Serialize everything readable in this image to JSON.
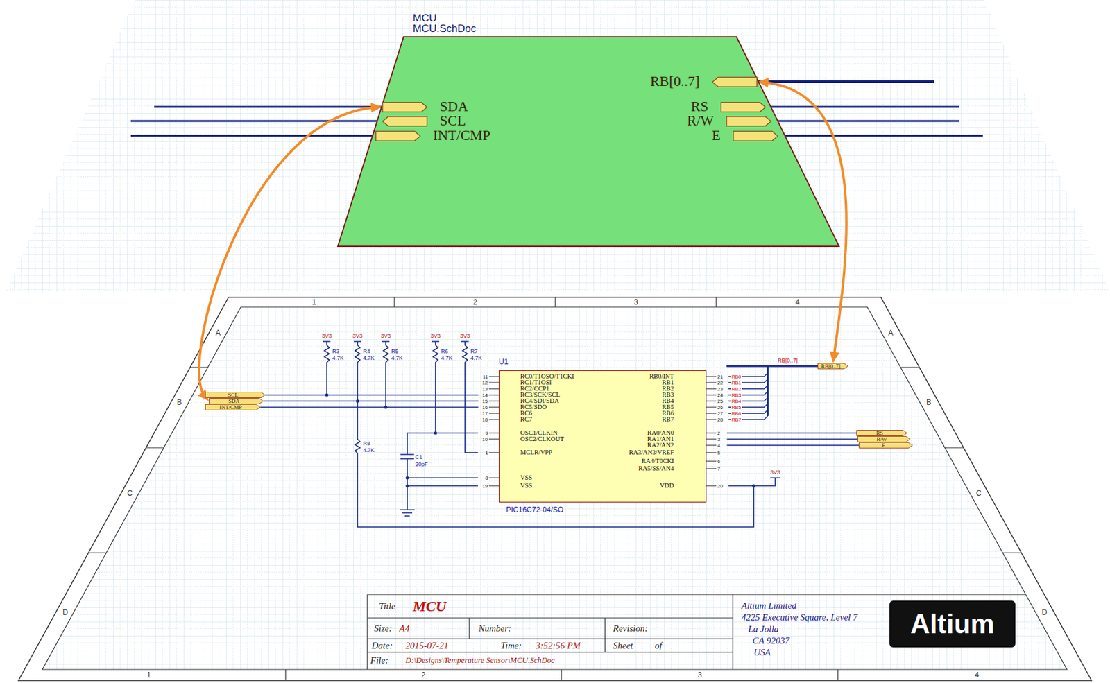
{
  "diagram": {
    "nodes": [
      {
        "text": [
          "MCU",
          "MCU.SchDoc"
        ]
      },
      {
        "text": [
          "SDA"
        ],
        "in": 0
      },
      {
        "text": [
          "SCL"
        ],
        "in": 0
      },
      {
        "text": [
          "INT/CMP"
        ],
        "in": 0
      },
      {
        "text": [
          "RB[0..7]"
        ],
        "in": 0
      },
      {
        "text": [
          "RS"
        ],
        "in": 0
      },
      {
        "text": [
          "R/W"
        ],
        "in": 0
      },
      {
        "text": [
          "E"
        ],
        "in": 0
      },
      {
        "text": [
          "SCL"
        ]
      },
      {
        "text": [
          "SDA"
        ]
      },
      {
        "text": [
          "INT/CMP"
        ]
      },
      {
        "text": [
          "U1",
          "RC0/T1OSO/T1CKI",
          "RC1/T1OSI",
          "RC2/CCP1",
          "RC3/SCK/SCL",
          "RC4/SDI/SDA",
          "RC5/SDO",
          "RC6",
          "RC7",
          "OSC1/CLKIN",
          "OSC2/CLKOUT",
          "MCLR/VPP",
          "VSS",
          "VSS",
          "RB0/INT",
          "RB1",
          "RB2",
          "RB3",
          "RB4",
          "RB5",
          "RB6",
          "RB7",
          "RA0/AN0",
          "RA1/AN1",
          "RA2/AN2",
          "RA3/AN3/VREF",
          "RA4/T0CKI",
          "RA5/SS/AN4",
          "VDD",
          "PIC16C72-04/SO"
        ]
      },
      {
        "text": [
          "RB[0..7]"
        ]
      },
      {
        "text": [
          "RS"
        ]
      },
      {
        "text": [
          "R/W"
        ]
      },
      {
        "text": [
          "E"
        ]
      },
      {
        "text": [
          "Altium"
        ]
      }
    ],
    "edges": [
      {
        "from": 1,
        "to": 9,
        "arrow": "both"
      },
      {
        "from": 4,
        "to": 12,
        "arrow": "both"
      },
      {
        "from": 8,
        "to": 11,
        "arrow": "none"
      },
      {
        "from": 9,
        "to": 11,
        "arrow": "none"
      },
      {
        "from": 10,
        "to": 11,
        "arrow": "none"
      },
      {
        "from": 11,
        "to": 12,
        "arrow": "none"
      },
      {
        "from": 11,
        "to": 13,
        "arrow": "none"
      },
      {
        "from": 11,
        "to": 14,
        "arrow": "none"
      },
      {
        "from": 11,
        "to": 15,
        "arrow": "none"
      }
    ],
    "labels": [
      "1",
      "2",
      "3",
      "4",
      "A",
      "B",
      "C",
      "D",
      "A",
      "B",
      "C",
      "D",
      "1",
      "2",
      "3",
      "4",
      "3V3",
      "3V3",
      "3V3",
      "3V3",
      "3V3",
      "R3",
      "4.7K",
      "R4",
      "4.7K",
      "R5",
      "4.7K",
      "R6",
      "4.7K",
      "R7",
      "4.7K",
      "R8",
      "4.7K",
      "C1",
      "20pF",
      "3V3",
      "RB[0..7]",
      "RB0",
      "RB1",
      "RB2",
      "RB3",
      "RB4",
      "RB5",
      "RB6",
      "RB7",
      "11",
      "12",
      "13",
      "14",
      "15",
      "16",
      "17",
      "18",
      "9",
      "10",
      "1",
      "8",
      "19",
      "21",
      "22",
      "23",
      "24",
      "25",
      "26",
      "27",
      "28",
      "2",
      "3",
      "4",
      "5",
      "6",
      "7",
      "20",
      "Title",
      "MCU",
      "Size:",
      "A4",
      "Number:",
      "Revision:",
      "Date:",
      "2015-07-21",
      "Time:",
      "3:52:56 PM",
      "Sheet",
      "of",
      "File:",
      "D:\\Designs\\Temperature Sensor\\MCU.SchDoc",
      "Altium Limited",
      "4225 Executive Square, Level 7",
      "La Jolla",
      "CA 92037",
      "USA"
    ]
  }
}
